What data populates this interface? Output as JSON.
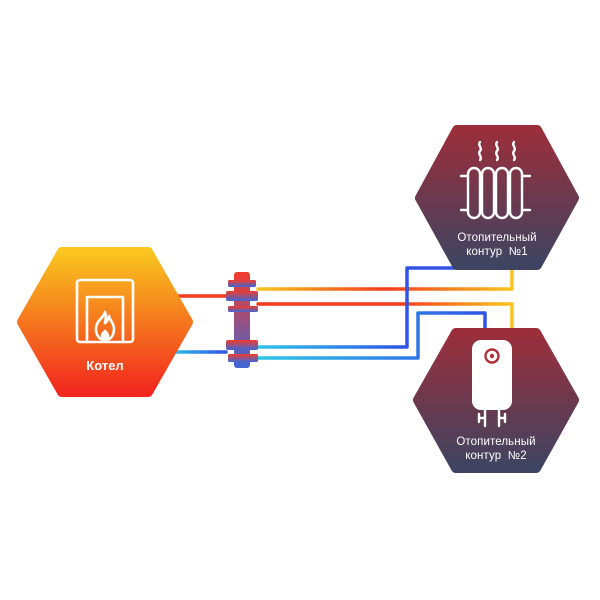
{
  "boiler": {
    "label": "Котел",
    "icon": "boiler-fire-icon",
    "color_top": "#F9C51E",
    "color_bottom": "#F2281E"
  },
  "circuit1": {
    "label_line1": "Отопительный",
    "label_line2": "контур  №1",
    "icon": "radiator-icon",
    "color_top": "#9B2E3B",
    "color_bottom": "#3E4461"
  },
  "circuit2": {
    "label_line1": "Отопительный",
    "label_line2": "контур  №2",
    "icon": "water-heater-icon",
    "color_top": "#9B2E3B",
    "color_bottom": "#3E4461"
  },
  "hydraulic_separator": {
    "icon": "hydraulic-separator-icon",
    "color_top": "#F23B2B",
    "color_bottom": "#3F66D6"
  },
  "pipe_colors": {
    "hot": "#F23A1E",
    "warm": "#F9C51E",
    "cold": "#2F54E6",
    "cool": "#2FC6E8"
  }
}
